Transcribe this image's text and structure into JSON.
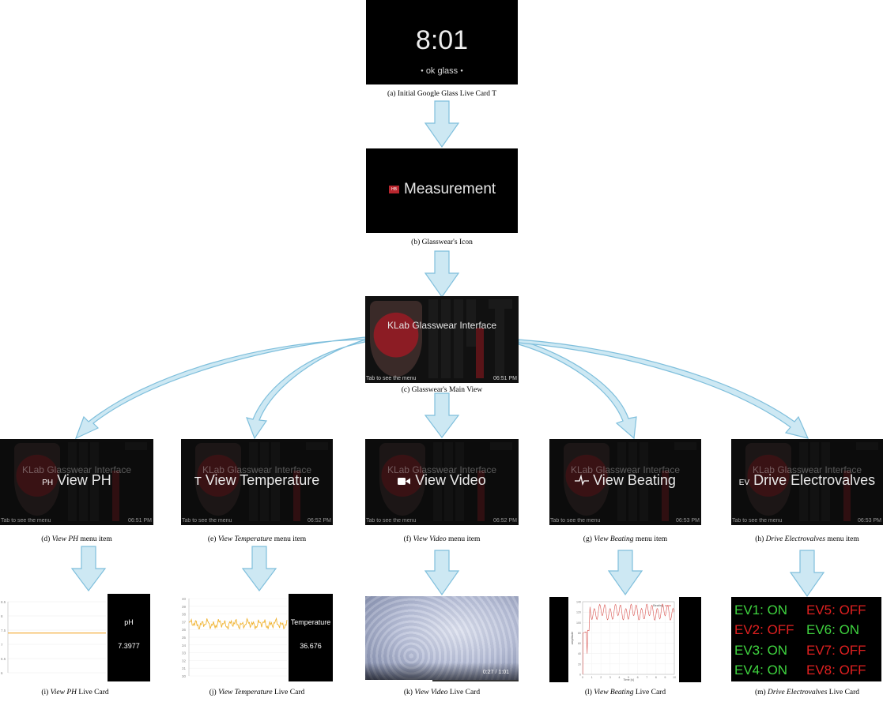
{
  "card_a": {
    "time": "8:01",
    "hint": "ok glass"
  },
  "card_b": {
    "icon_badge": "HB",
    "label": "Measurement"
  },
  "card_c": {
    "title": "KLab Glasswear Interface",
    "footer_left": "Tab to see the menu",
    "footer_right": "06:51 PM"
  },
  "menu_items": [
    {
      "icon": "PH",
      "label": "View PH",
      "footer_left": "Tab to see the menu",
      "footer_right": "06:51 PM"
    },
    {
      "icon": "T",
      "label": "View Temperature",
      "footer_left": "Tab to see the menu",
      "footer_right": "06:52 PM"
    },
    {
      "icon": "video-camera-icon",
      "label": "View Video",
      "footer_left": "Tab to see the menu",
      "footer_right": "06:52 PM"
    },
    {
      "icon": "heartbeat-icon",
      "label": "View Beating",
      "footer_left": "Tab to see the menu",
      "footer_right": "06:53 PM"
    },
    {
      "icon": "EV",
      "label": "Drive Electrovalves",
      "footer_left": "Tab to see the menu",
      "footer_right": "06:53 PM"
    }
  ],
  "menu_bg_title": "KLab Glasswear Interface",
  "captions": {
    "a": {
      "prefix": "(a) Initial Google Glass Live Card T",
      "italic": "",
      "suffix": ""
    },
    "b": {
      "prefix": "(b) Glasswear's Icon",
      "italic": "",
      "suffix": ""
    },
    "c": {
      "prefix": "(c) Glasswear's Main View",
      "italic": "",
      "suffix": ""
    },
    "d": {
      "prefix": "(d) ",
      "italic": "View PH",
      "suffix": " menu item"
    },
    "e": {
      "prefix": "(e) ",
      "italic": "View Temperature",
      "suffix": " menu item"
    },
    "f": {
      "prefix": "(f) ",
      "italic": "View Video",
      "suffix": " menu item"
    },
    "g": {
      "prefix": "(g) ",
      "italic": "View Beating",
      "suffix": " menu item"
    },
    "h": {
      "prefix": "(h) ",
      "italic": "Drive Electrovalves",
      "suffix": " menu item"
    },
    "i": {
      "prefix": "(i) ",
      "italic": "View PH",
      "suffix": " Live Card"
    },
    "j": {
      "prefix": "(j) ",
      "italic": "View Temperature",
      "suffix": " Live Card"
    },
    "k": {
      "prefix": "(k) ",
      "italic": "View Video",
      "suffix": " Live Card"
    },
    "l": {
      "prefix": "(l) ",
      "italic": "View Beating",
      "suffix": " Live Card"
    },
    "m": {
      "prefix": "(m) ",
      "italic": "Drive Electrovalves",
      "suffix": " Live Card"
    }
  },
  "ph_card": {
    "label": "pH",
    "value": "7.3977",
    "y_ticks": [
      "8.5",
      "8",
      "7.5",
      "7",
      "6.5",
      "6"
    ],
    "line_level": 7.4
  },
  "temp_card": {
    "label": "Temperature",
    "value": "36.676",
    "y_ticks": [
      "40",
      "39",
      "38",
      "37",
      "36",
      "35",
      "34",
      "33",
      "32",
      "31",
      "30"
    ]
  },
  "video_card": {
    "timecode": "0:27 / 1:01",
    "progress": 0.44
  },
  "beating_card": {
    "legend": "Beating",
    "xlabel": "Time [s]",
    "ylabel": "amplitude",
    "y_ticks": [
      "140",
      "120",
      "100",
      "80",
      "60",
      "40",
      "20",
      "0"
    ],
    "x_ticks": [
      "0",
      "1",
      "2",
      "3",
      "4",
      "5",
      "6",
      "7",
      "8",
      "9",
      "10"
    ]
  },
  "electrovalves": [
    {
      "label": "EV1: ON",
      "state": "on"
    },
    {
      "label": "EV5: OFF",
      "state": "off"
    },
    {
      "label": "EV2: OFF",
      "state": "off"
    },
    {
      "label": "EV6: ON",
      "state": "on"
    },
    {
      "label": "EV3: ON",
      "state": "on"
    },
    {
      "label": "EV7: OFF",
      "state": "off"
    },
    {
      "label": "EV4: ON",
      "state": "on"
    },
    {
      "label": "EV8: OFF",
      "state": "off"
    }
  ],
  "colors": {
    "arrow_fill": "#cde8f3",
    "arrow_stroke": "#7fbfdc",
    "ph_line": "#f5b041",
    "temp_line": "#f0b330",
    "beat_line": "#d9534f",
    "ev_on": "#3fd43f",
    "ev_off": "#e02020",
    "shield": "#8c1c24"
  }
}
